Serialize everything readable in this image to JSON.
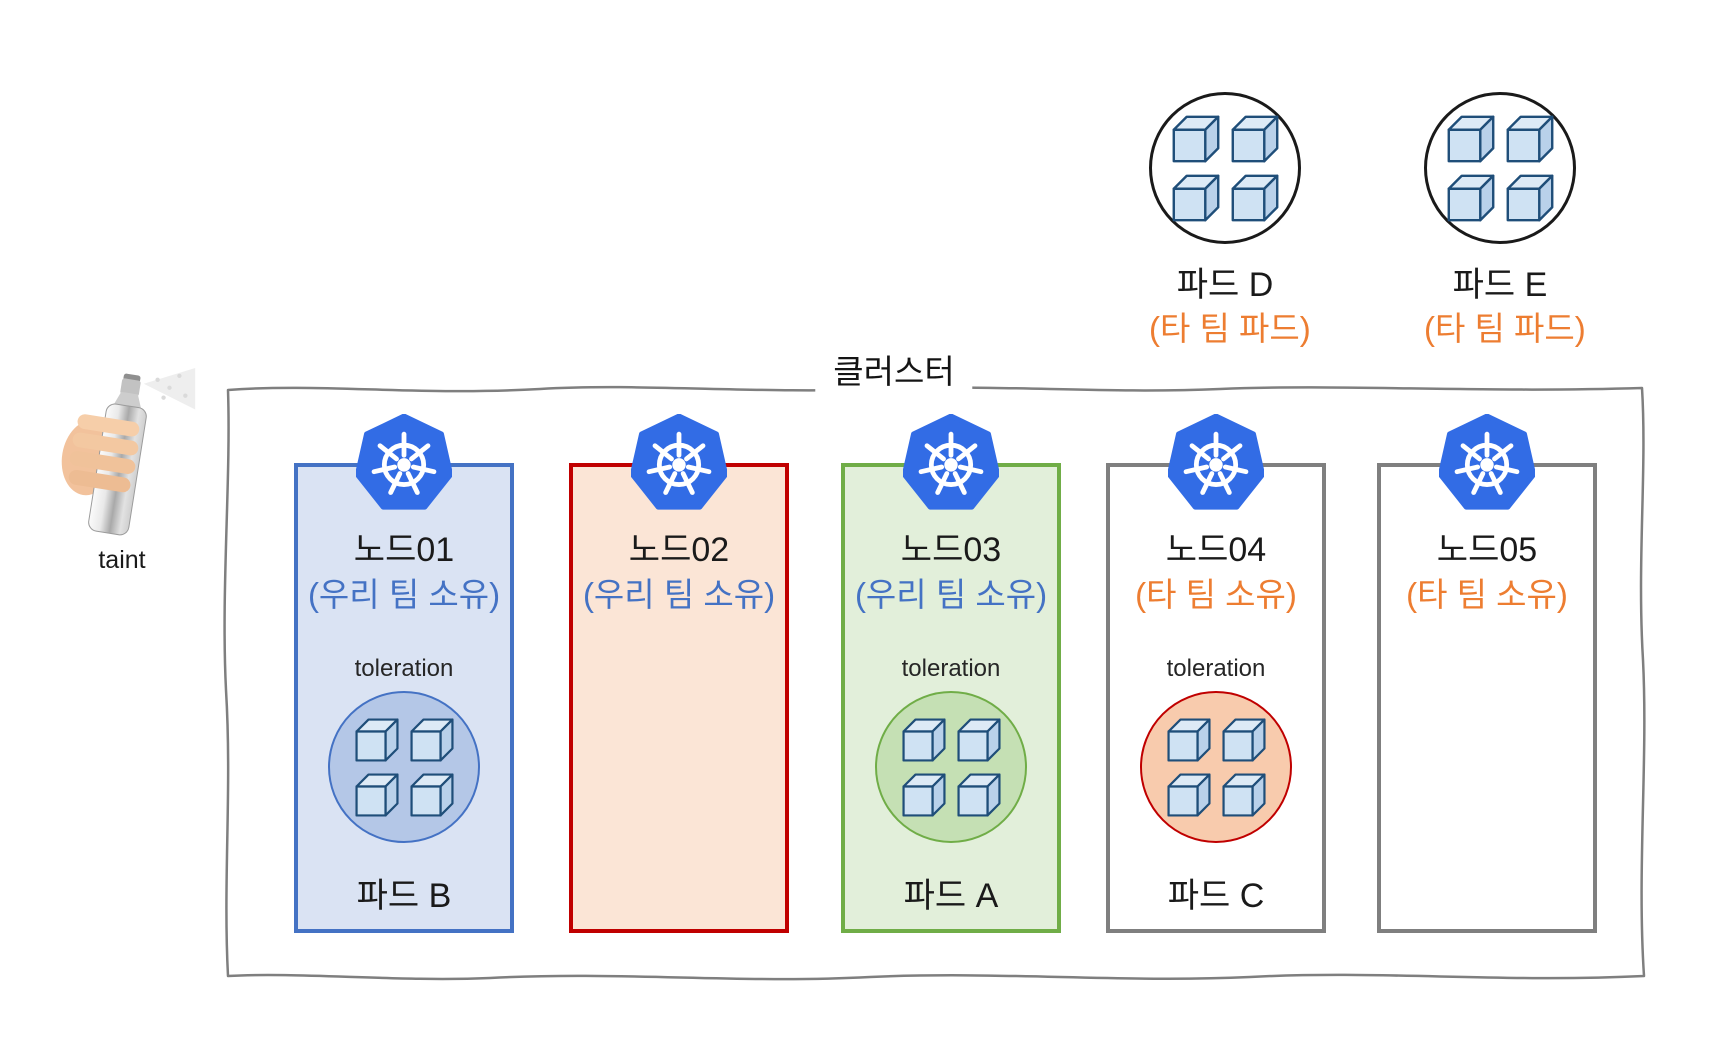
{
  "cluster": {
    "title": "클러스터"
  },
  "taint": {
    "label": "taint"
  },
  "external_pods": [
    {
      "name": "파드 D",
      "tag": "(타 팀 파드)"
    },
    {
      "name": "파드 E",
      "tag": "(타 팀 파드)"
    }
  ],
  "nodes": [
    {
      "title": "노드01",
      "owner": "(우리 팀 소유)",
      "toleration": "toleration",
      "pod_name": "파드 B"
    },
    {
      "title": "노드02",
      "owner": "(우리 팀 소유)"
    },
    {
      "title": "노드03",
      "owner": "(우리 팀 소유)",
      "toleration": "toleration",
      "pod_name": "파드 A"
    },
    {
      "title": "노드04",
      "owner": "(타 팀 소유)",
      "toleration": "toleration",
      "pod_name": "파드 C"
    },
    {
      "title": "노드05",
      "owner": "(타 팀 소유)"
    }
  ],
  "colors": {
    "kubernetes_blue": "#326CE5",
    "our_team_text": "#4472C4",
    "other_team_text": "#ED7D31",
    "cluster_border": "#7F7F7F",
    "node01_fill": "#DAE3F3",
    "node01_border": "#4472C4",
    "node02_fill": "#FBE5D6",
    "node02_border": "#C00000",
    "node03_fill": "#E2EFDA",
    "node03_border": "#70AD47",
    "node04_fill": "#FFFFFF",
    "node04_border": "#7F7F7F",
    "node05_fill": "#FFFFFF",
    "node05_border": "#7F7F7F",
    "pod_b_fill": "#B4C7E7",
    "pod_b_border": "#4472C4",
    "pod_a_fill": "#C5E0B4",
    "pod_a_border": "#70AD47",
    "pod_c_fill": "#F8CBAD",
    "pod_c_border": "#C00000",
    "cube_fill": "#CFE2F3",
    "cube_border": "#1F4E79"
  }
}
